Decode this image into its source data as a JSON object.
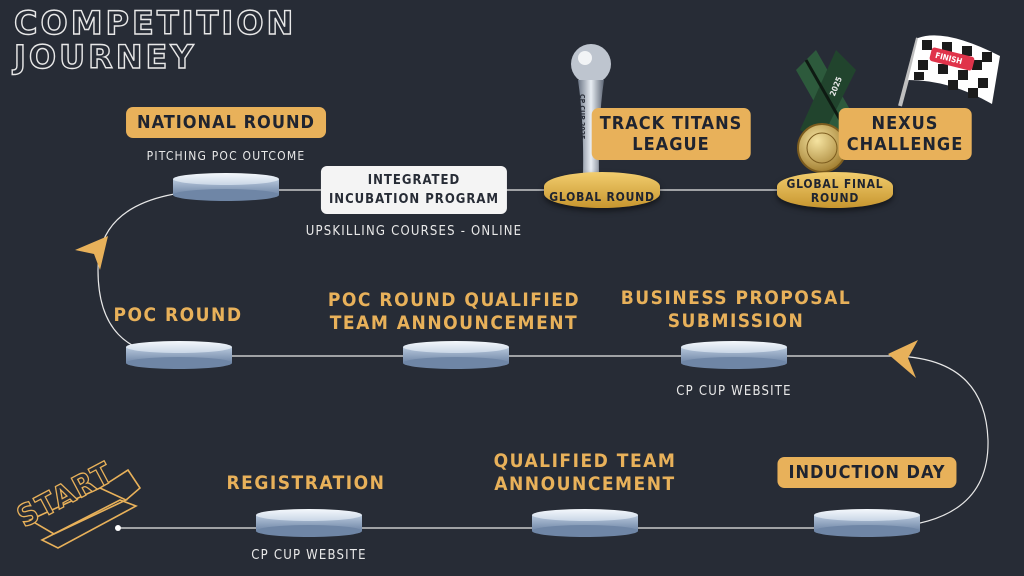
{
  "title": {
    "line1": "COMPETITION",
    "line2": "JOURNEY"
  },
  "start_label": "START",
  "stages": {
    "registration": {
      "label": "REGISTRATION",
      "sub": "CP CUP WEBSITE"
    },
    "qualified_team": {
      "line1": "QUALIFIED TEAM",
      "line2": "ANNOUNCEMENT"
    },
    "induction_day": {
      "label": "INDUCTION DAY"
    },
    "business_proposal": {
      "line1": "BUSINESS PROPOSAL",
      "line2": "SUBMISSION",
      "sub": "CP CUP WEBSITE"
    },
    "poc_qualified": {
      "line1": "POC ROUND QUALIFIED",
      "line2": "TEAM ANNOUNCEMENT"
    },
    "poc_round": {
      "label": "POC ROUND"
    },
    "national_round": {
      "label": "NATIONAL ROUND",
      "sub": "PITCHING POC OUTCOME"
    },
    "incubation": {
      "line1": "INTEGRATED",
      "line2": "INCUBATION PROGRAM",
      "sub": "UPSKILLING COURSES - ONLINE"
    },
    "global_round": {
      "line1": "TRACK TITANS",
      "line2": "LEAGUE",
      "pedestal": "GLOBAL ROUND"
    },
    "global_final": {
      "line1": "NEXUS",
      "line2": "CHALLENGE",
      "pedestal_line1": "GLOBAL FINAL",
      "pedestal_line2": "ROUND"
    }
  },
  "trophy_text": "CP CUP 2025",
  "medal_year": "2025",
  "flag_text": "FINISH",
  "colors": {
    "background": "#272c36",
    "accent": "#e8b15a",
    "pedestal": "#dfe9f4",
    "line": "#e8e8e8"
  }
}
